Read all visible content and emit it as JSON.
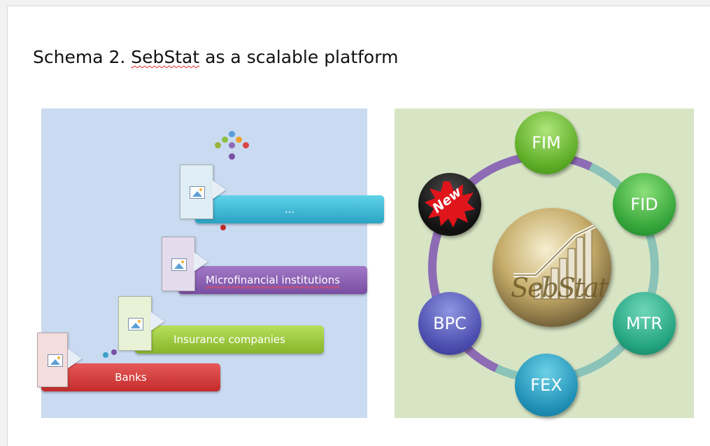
{
  "title": {
    "prefix": "Schema 2. ",
    "brand": "SebStat",
    "suffix": " as a scalable platform"
  },
  "left_diagram": {
    "bars": [
      {
        "label": "Banks",
        "color": "#c42b2b"
      },
      {
        "label": "Insurance companies",
        "color": "#86b52a"
      },
      {
        "label": "Microfinancial institutions",
        "color": "#7a4ea3"
      },
      {
        "label": "...",
        "color": "#2aa4c4"
      }
    ]
  },
  "right_diagram": {
    "nodes": [
      {
        "label": "FIM",
        "color": "#5fae28"
      },
      {
        "label": "FID",
        "color": "#36a63b"
      },
      {
        "label": "MTR",
        "color": "#25a582"
      },
      {
        "label": "FEX",
        "color": "#2292b8"
      },
      {
        "label": "BPC",
        "color": "#4d4fb0"
      },
      {
        "label": "New",
        "color": "#e0141b"
      }
    ],
    "center_label": "SebStat"
  }
}
